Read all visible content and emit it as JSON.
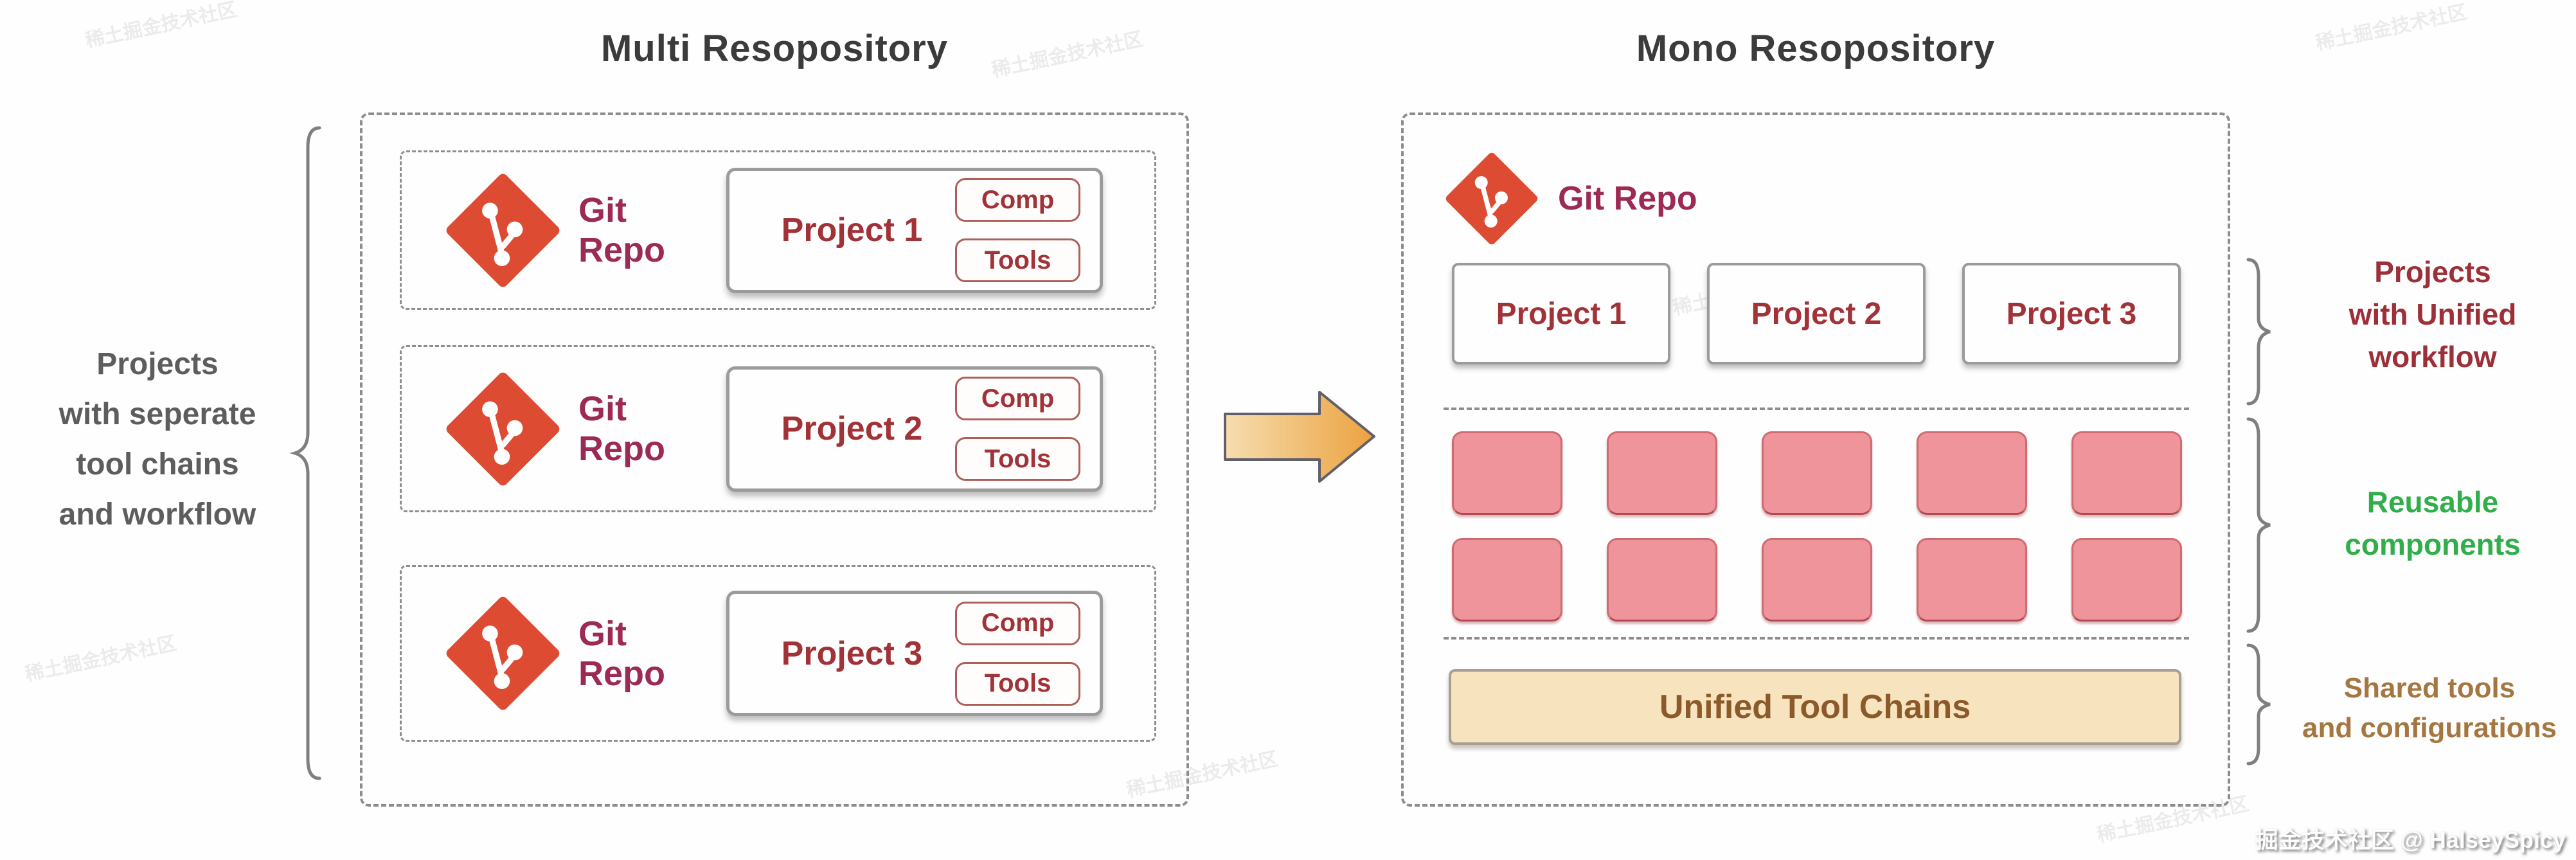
{
  "titles": {
    "multi": "Multi Resopository",
    "mono": "Mono Resopository"
  },
  "left_note": {
    "lines": [
      "Projects",
      "with seperate",
      "tool chains",
      "and workflow"
    ]
  },
  "multi_panel": {
    "repos": [
      {
        "git_label": "Git Repo",
        "project": "Project 1",
        "tags": [
          "Comp",
          "Tools"
        ]
      },
      {
        "git_label": "Git Repo",
        "project": "Project 2",
        "tags": [
          "Comp",
          "Tools"
        ]
      },
      {
        "git_label": "Git Repo",
        "project": "Project 3",
        "tags": [
          "Comp",
          "Tools"
        ]
      }
    ]
  },
  "mono_panel": {
    "git_label": "Git Repo",
    "projects": [
      "Project 1",
      "Project 2",
      "Project 3"
    ],
    "components_count": 10,
    "toolbar_label": "Unified Tool Chains"
  },
  "right_notes": [
    {
      "lines": [
        "Projects",
        "with Unified",
        "workflow"
      ]
    },
    {
      "lines": [
        "Reusable",
        "components"
      ]
    },
    {
      "lines": [
        "Shared tools",
        "and configurations"
      ]
    }
  ],
  "credit": "掘金技术社区 @ HalseySpicy",
  "watermark_text": "稀土掘金技术社区",
  "colors": {
    "git_orange": "#dd4b32",
    "git_text": "#9c2a54",
    "project_text": "#a13238",
    "pink_fill": "#ee949a",
    "pink_border": "#c9606a",
    "toolbar_bg": "#f8e3bf",
    "toolbar_text": "#8a5a2b",
    "note_red": "#9c2f38",
    "note_green": "#2fae4a",
    "note_brown": "#a5763f",
    "dash_gray": "#8d8d8d",
    "arrow_from": "#f6ddb0",
    "arrow_to": "#eca23f"
  }
}
